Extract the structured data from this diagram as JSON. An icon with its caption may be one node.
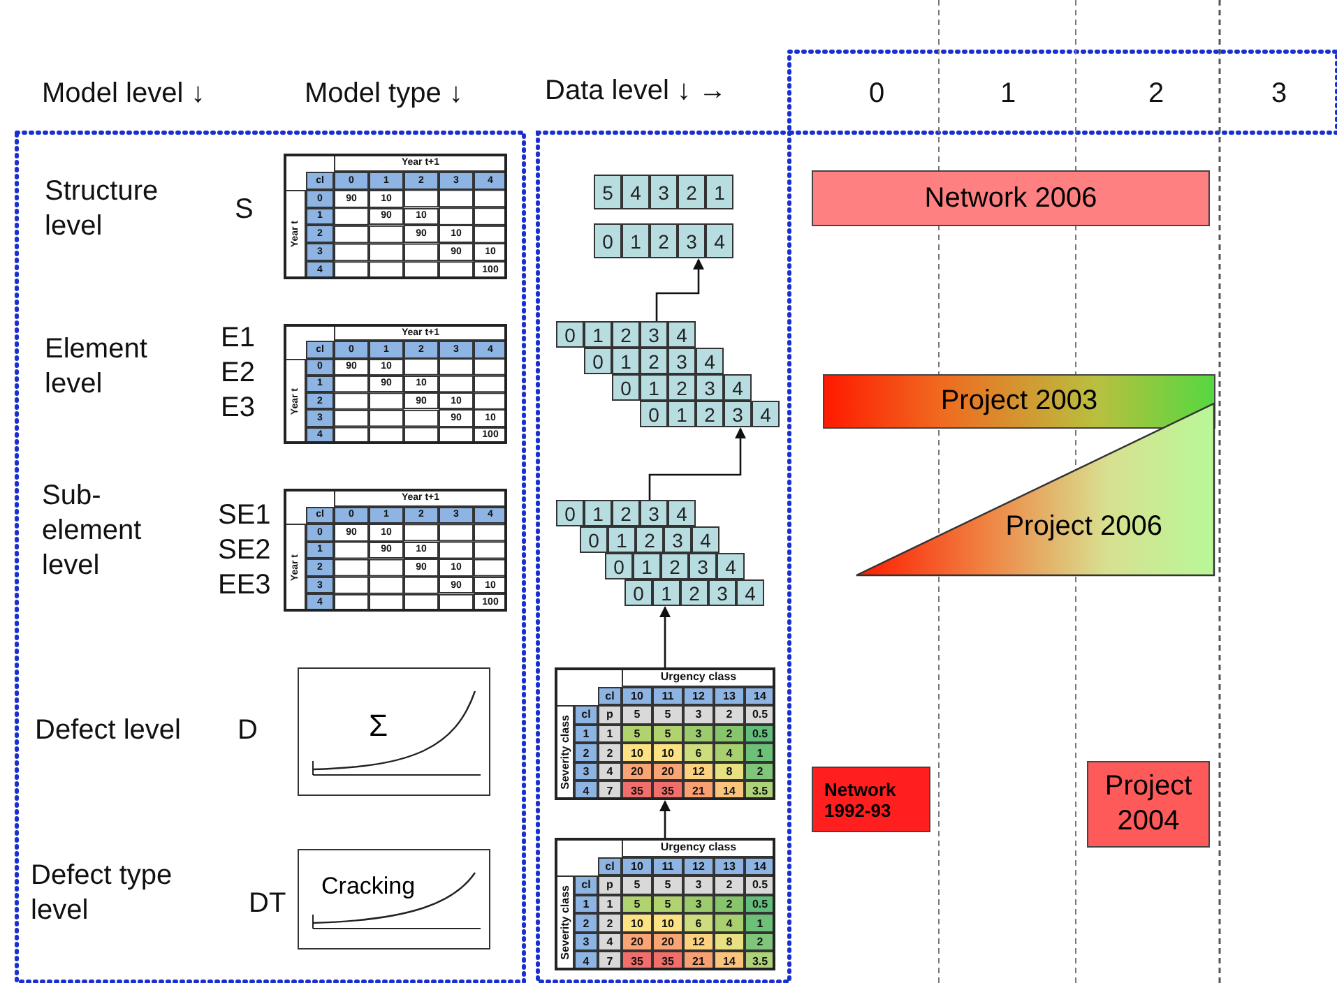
{
  "diagram": {
    "nodes": [
      {
        "text": [
          "Year t+1",
          "cl",
          "0",
          "1",
          "2",
          "3",
          "4",
          "Year t",
          "0",
          "90",
          "10",
          "1",
          "90",
          "10",
          "2",
          "90",
          "10",
          "3",
          "90",
          "10",
          "4",
          "100"
        ]
      },
      {
        "text": [
          "5",
          "4",
          "3",
          "2",
          "1"
        ]
      },
      {
        "text": [
          "0",
          "1",
          "2",
          "3",
          "4"
        ]
      },
      {
        "text": [
          "Network 2006"
        ]
      },
      {
        "text": [
          "Year t+1",
          "cl",
          "0",
          "1",
          "2",
          "3",
          "4",
          "Year t",
          "0",
          "90",
          "10",
          "1",
          "90",
          "10",
          "2",
          "90",
          "10",
          "3",
          "90",
          "10",
          "4",
          "100"
        ]
      },
      {
        "text": [
          "0",
          "1",
          "2",
          "3",
          "4"
        ]
      },
      {
        "text": [
          "0",
          "1",
          "2",
          "3",
          "4"
        ]
      },
      {
        "text": [
          "0",
          "1",
          "2",
          "3",
          "4"
        ]
      },
      {
        "text": [
          "0",
          "1",
          "2",
          "3",
          "4"
        ]
      },
      {
        "text": [
          "Project 2003"
        ]
      },
      {
        "text": [
          "Project 2006"
        ]
      },
      {
        "text": [
          "Year t+1",
          "cl",
          "0",
          "1",
          "2",
          "3",
          "4",
          "Year t",
          "0",
          "90",
          "10",
          "1",
          "90",
          "10",
          "2",
          "90",
          "10",
          "3",
          "90",
          "10",
          "4",
          "100"
        ]
      },
      {
        "text": [
          "0",
          "1",
          "2",
          "3",
          "4"
        ]
      },
      {
        "text": [
          "0",
          "1",
          "2",
          "3",
          "4"
        ]
      },
      {
        "text": [
          "0",
          "1",
          "2",
          "3",
          "4"
        ]
      },
      {
        "text": [
          "0",
          "1",
          "2",
          "3",
          "4"
        ]
      },
      {
        "text": [
          "Σ"
        ]
      },
      {
        "text": [
          "Urgency class",
          "cl",
          "10",
          "11",
          "12",
          "13",
          "14",
          "Severity class",
          "cl",
          "p",
          "5",
          "5",
          "3",
          "2",
          "0.5",
          "1",
          "1",
          "5",
          "5",
          "3",
          "2",
          "0.5",
          "2",
          "2",
          "10",
          "10",
          "6",
          "4",
          "1",
          "3",
          "4",
          "20",
          "20",
          "12",
          "8",
          "2",
          "4",
          "7",
          "35",
          "35",
          "21",
          "14",
          "3.5"
        ]
      },
      {
        "text": [
          "Network 1992-93"
        ]
      },
      {
        "text": [
          "Project 2004"
        ]
      },
      {
        "text": [
          "Cracking"
        ]
      },
      {
        "text": [
          "Urgency class",
          "cl",
          "10",
          "11",
          "12",
          "13",
          "14",
          "Severity class",
          "cl",
          "p",
          "5",
          "5",
          "3",
          "2",
          "0.5",
          "1",
          "1",
          "5",
          "5",
          "3",
          "2",
          "0.5",
          "2",
          "2",
          "10",
          "10",
          "6",
          "4",
          "1",
          "3",
          "4",
          "20",
          "20",
          "12",
          "8",
          "2",
          "4",
          "7",
          "35",
          "35",
          "21",
          "14",
          "3.5"
        ]
      }
    ],
    "edges": [
      {
        "from": 21,
        "to": 17,
        "arrow": "to"
      },
      {
        "from": 17,
        "to": 15,
        "arrow": "to"
      },
      {
        "from": 12,
        "to": 8,
        "arrow": "to"
      },
      {
        "from": 5,
        "to": 2,
        "arrow": "to"
      }
    ],
    "labels": [
      "Model level ↓",
      "Model type ↓",
      "Data level ↓ →",
      "0",
      "1",
      "2",
      "3",
      "Structure level",
      "S",
      "Element level",
      "E1",
      "E2",
      "E3",
      "Sub-element level",
      "SE1",
      "SE2",
      "EE3",
      "Defect level",
      "D",
      "Defect type level",
      "DT"
    ]
  }
}
